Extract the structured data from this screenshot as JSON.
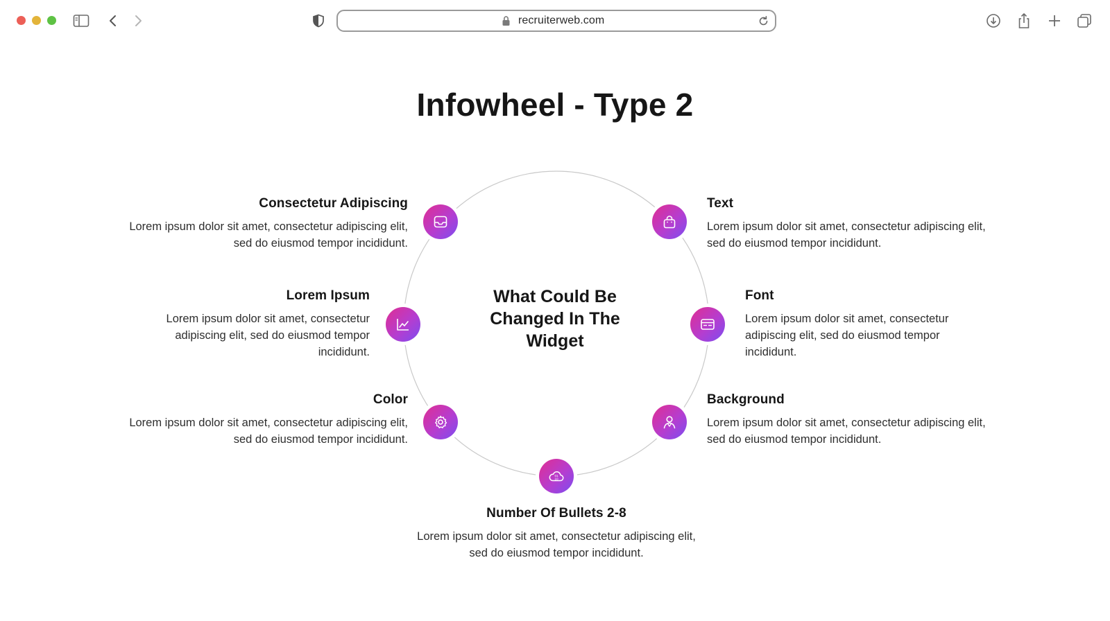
{
  "browser": {
    "url": "recruiterweb.com",
    "icons": [
      "sidebar-icon",
      "back-icon",
      "forward-icon",
      "shield-icon",
      "lock-icon",
      "reload-icon",
      "download-icon",
      "share-icon",
      "new-tab-icon",
      "tabs-overview-icon"
    ]
  },
  "page": {
    "title": "Infowheel - Type 2",
    "center": {
      "line1": "What Could Be",
      "line2": "Changed In The",
      "line3": "Widget"
    },
    "items": [
      {
        "title": "Consectetur Adipiscing",
        "description": "Lorem ipsum dolor sit amet, consectetur adipiscing elit, sed do eiusmod tempor incididunt.",
        "icon": "inbox-icon"
      },
      {
        "title": "Text",
        "description": "Lorem ipsum dolor sit amet, consectetur adipiscing elit, sed do eiusmod tempor incididunt.",
        "icon": "shopping-bag-icon"
      },
      {
        "title": "Lorem Ipsum",
        "description": "Lorem ipsum dolor sit amet, consectetur adipiscing elit, sed do eiusmod tempor incididunt.",
        "icon": "line-chart-icon"
      },
      {
        "title": "Font",
        "description": "Lorem ipsum dolor sit amet, consectetur adipiscing elit, sed do eiusmod tempor incididunt.",
        "icon": "browser-window-icon"
      },
      {
        "title": "Color",
        "description": "Lorem ipsum dolor sit amet, consectetur adipiscing elit, sed do eiusmod tempor incididunt.",
        "icon": "gear-icon"
      },
      {
        "title": "Background",
        "description": "Lorem ipsum dolor sit amet, consectetur adipiscing elit, sed do eiusmod tempor incididunt.",
        "icon": "user-icon"
      },
      {
        "title": "Number Of Bullets 2-8",
        "description": "Lorem ipsum dolor sit amet, consectetur adipiscing elit, sed do eiusmod tempor incididunt.",
        "icon": "cloud-binary-icon"
      }
    ]
  },
  "colors": {
    "bullet_gradient_start": "#e02e92",
    "bullet_gradient_end": "#7c4df0",
    "wheel_stroke": "#c9c9c9"
  }
}
